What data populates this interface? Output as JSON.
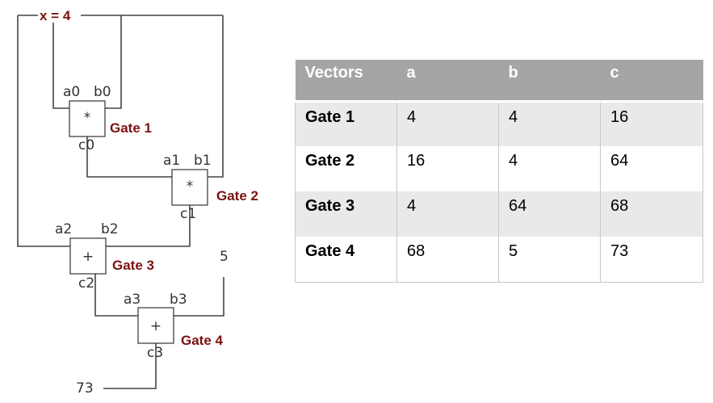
{
  "circuit": {
    "input_label": "x = 4",
    "gates": [
      {
        "label": "Gate 1",
        "op": "*",
        "in_a": "a0",
        "in_b": "b0",
        "out": "c0"
      },
      {
        "label": "Gate 2",
        "op": "*",
        "in_a": "a1",
        "in_b": "b1",
        "out": "c1"
      },
      {
        "label": "Gate 3",
        "op": "+",
        "in_a": "a2",
        "in_b": "b2",
        "out": "c2"
      },
      {
        "label": "Gate 4",
        "op": "+",
        "in_a": "a3",
        "in_b": "b3",
        "out": "c3"
      }
    ],
    "constant": "5",
    "output_value": "73"
  },
  "table": {
    "headers": [
      "Vectors",
      "a",
      "b",
      "c"
    ],
    "rows": [
      [
        "Gate 1",
        "4",
        "4",
        "16"
      ],
      [
        "Gate 2",
        "16",
        "4",
        "64"
      ],
      [
        "Gate 3",
        "4",
        "64",
        "68"
      ],
      [
        "Gate 4",
        "68",
        "5",
        "73"
      ]
    ]
  },
  "colors": {
    "gate_label": "#7a1212",
    "header_bg": "#a5a5a5",
    "odd_row_bg": "#e9e9e9",
    "even_row_bg": "#ffffff"
  }
}
